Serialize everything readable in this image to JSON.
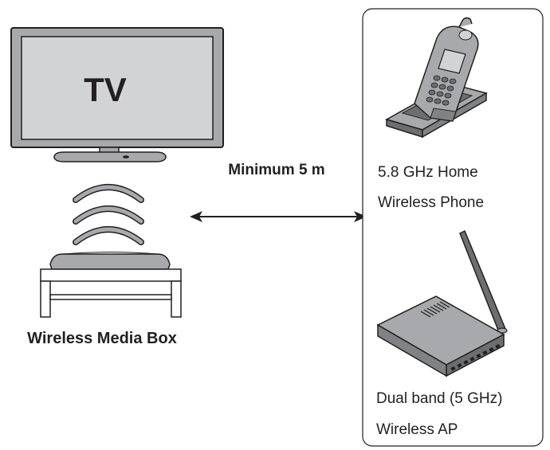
{
  "tv": {
    "label": "TV"
  },
  "media_box": {
    "label": "Wireless Media Box"
  },
  "distance": {
    "label": "Minimum 5 m"
  },
  "phone": {
    "line1": "5.8 GHz Home",
    "line2": "Wireless Phone"
  },
  "access_point": {
    "line1": "Dual band (5 GHz)",
    "line2": "Wireless AP"
  },
  "colors": {
    "outline": "#231f20",
    "device_fill": "#a7a9ac",
    "device_light": "#d1d3d4",
    "device_dark": "#6d6e71",
    "screen_fill": "#bcbec0"
  }
}
